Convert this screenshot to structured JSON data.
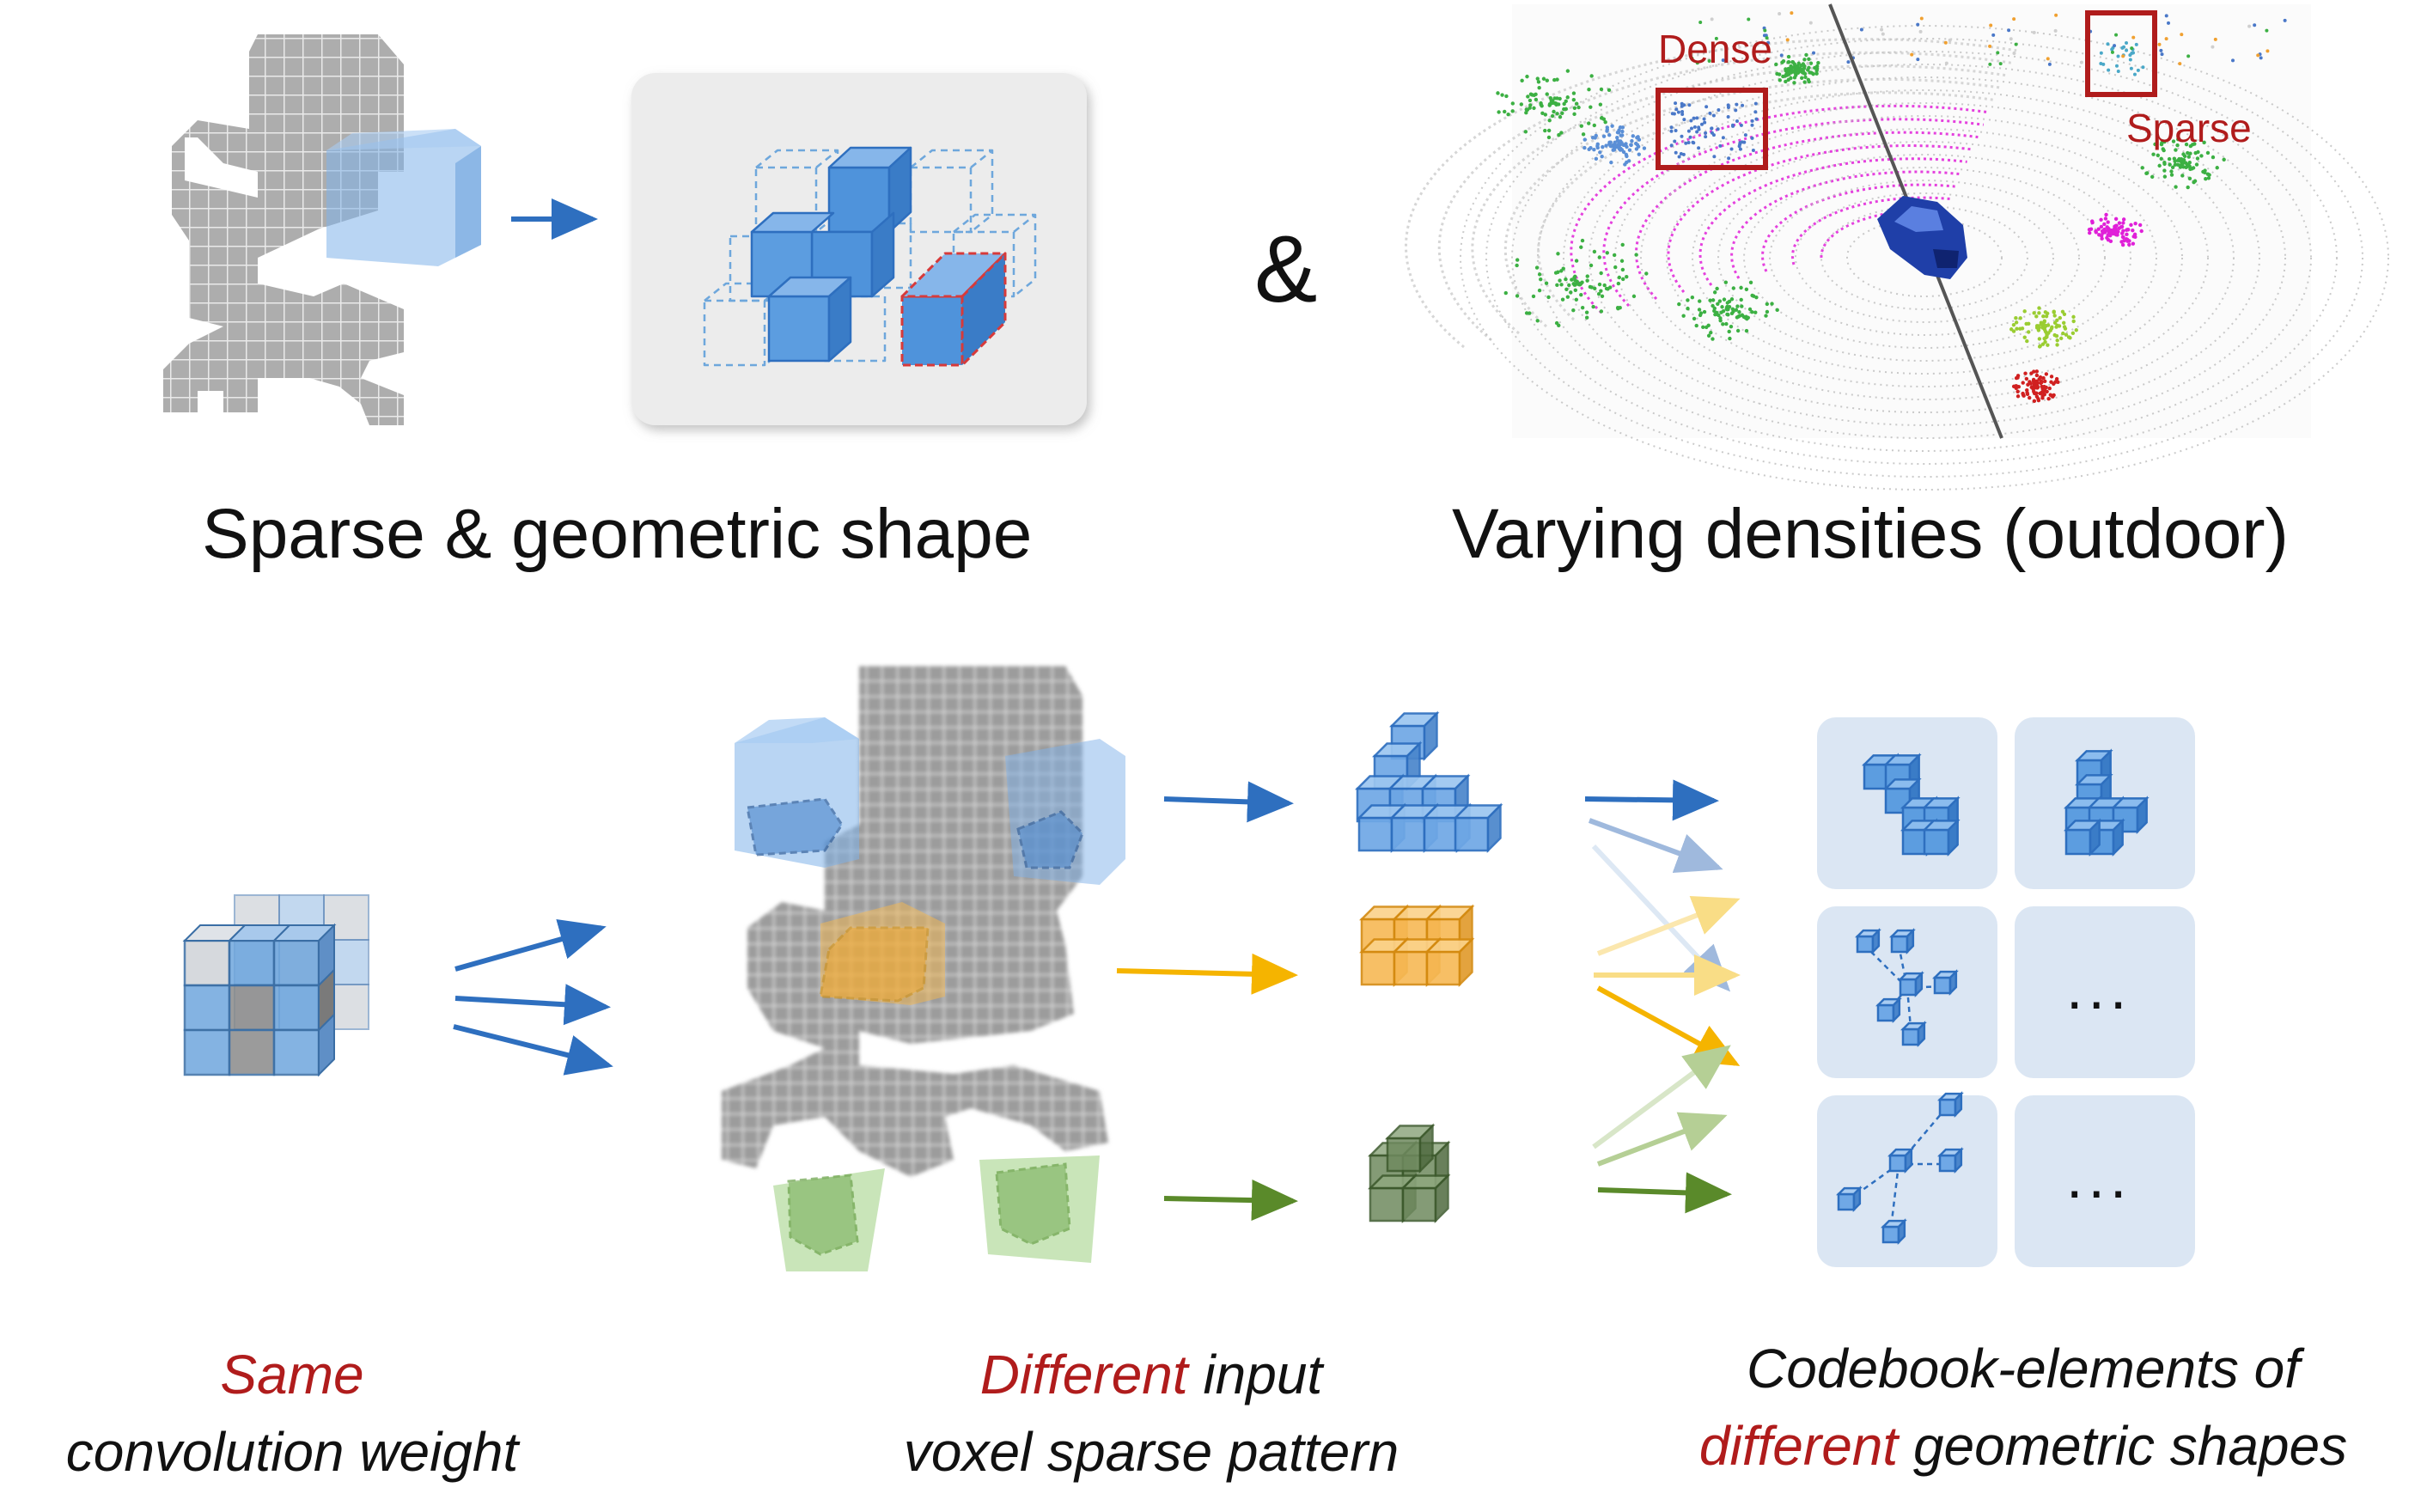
{
  "top": {
    "left_caption": "Sparse & geometric shape",
    "ampersand": "&",
    "right_caption": "Varying densities (outdoor)",
    "dense_label": "Dense",
    "sparse_label": "Sparse"
  },
  "bottom": {
    "left_caption_red": "Same",
    "left_caption_line2": "convolution weight",
    "mid_caption_red": "Different",
    "mid_caption_rest": " input",
    "mid_caption_line2": "voxel sparse pattern",
    "right_caption_line1": "Codebook-elements of",
    "right_caption_red": "different",
    "right_caption_rest": " geometric shapes"
  },
  "codebook": {
    "ellipsis_1": "...",
    "ellipsis_2": "..."
  },
  "colors": {
    "blue": "#2e6fbf",
    "orange": "#f5b400",
    "green": "#5a8a2a",
    "red": "#b01c1c",
    "magenta": "#e020d8",
    "voxel_gray": "#9a9a9a"
  }
}
